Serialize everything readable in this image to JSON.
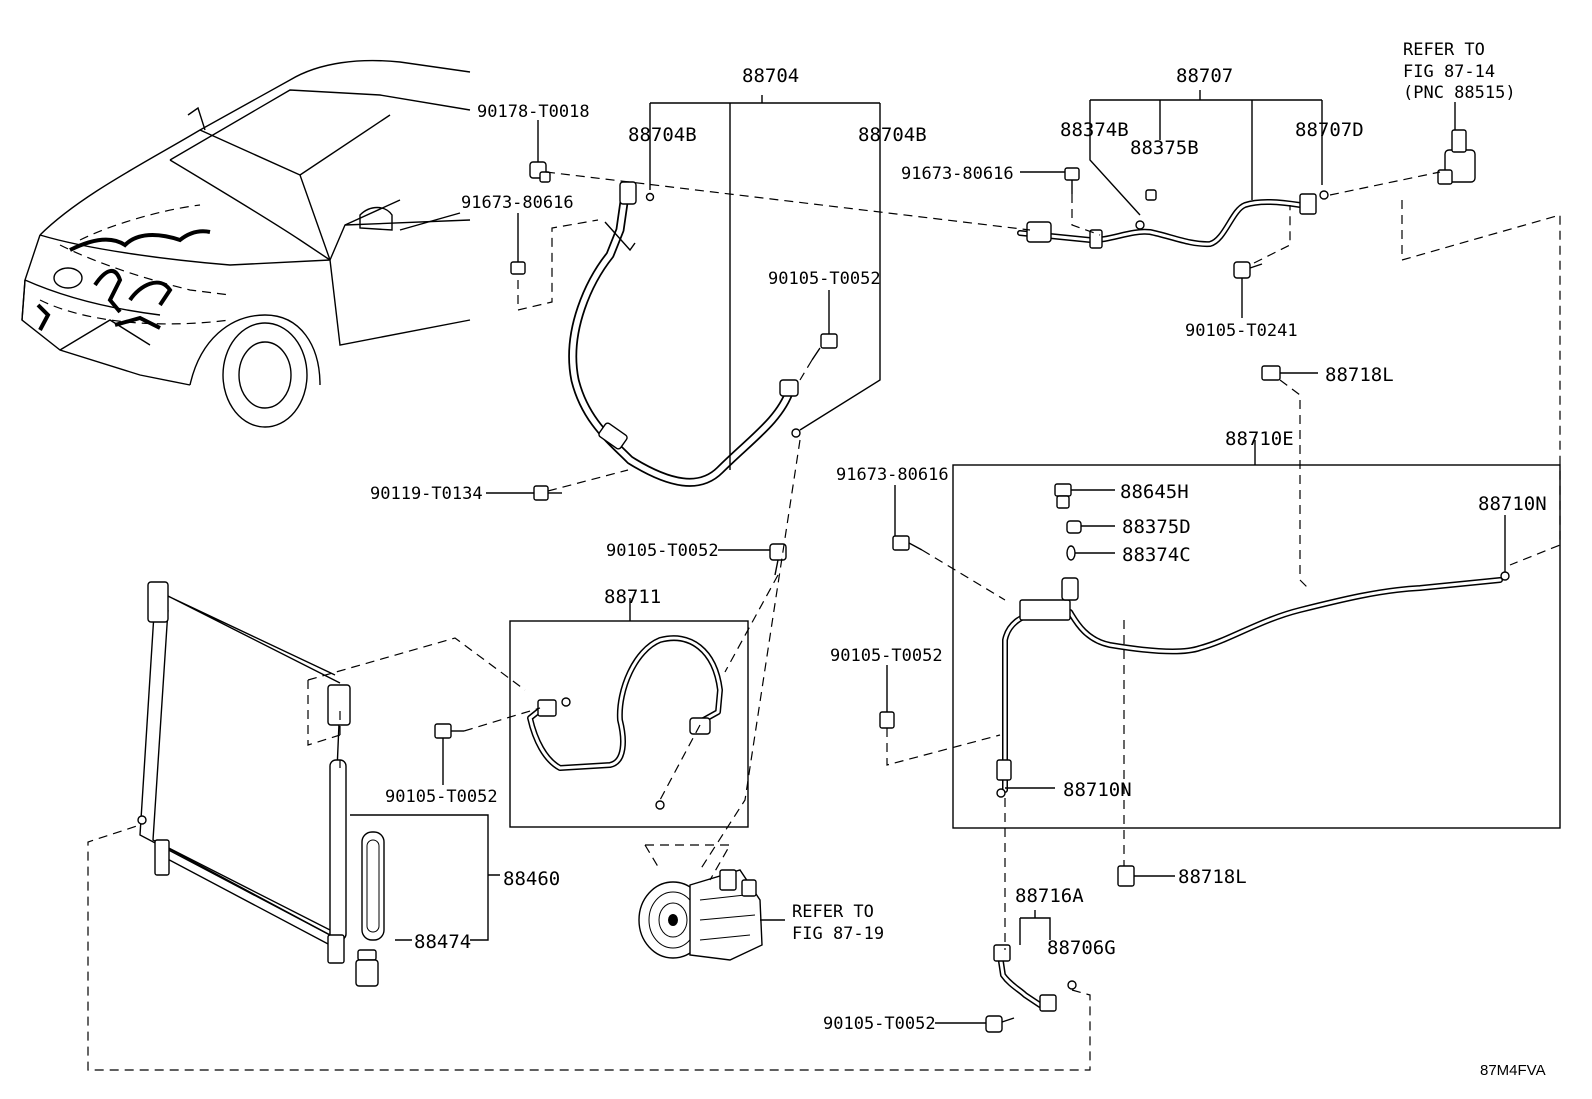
{
  "diagram": {
    "figure_code": "87M4FVA",
    "labels": {
      "p88704": "88704",
      "p88704B_left": "88704B",
      "p88704B_right": "88704B",
      "p90178": "90178-T0018",
      "p91673_top": "91673-80616",
      "p90105_a": "90105-T0052",
      "p90119": "90119-T0134",
      "p88707": "88707",
      "p88374B": "88374B",
      "p88375B": "88375B",
      "p88707D": "88707D",
      "p91673_mid": "91673-80616",
      "p90105_t0241": "90105-T0241",
      "refer_top_1": "REFER TO",
      "refer_top_2": "FIG 87-14",
      "refer_top_3": "(PNC 88515)",
      "p88718L_top": "88718L",
      "p88710E": "88710E",
      "p91673_right": "91673-80616",
      "p88645H": "88645H",
      "p88375D": "88375D",
      "p88374C": "88374C",
      "p88710N_right": "88710N",
      "p90105_b": "90105-T0052",
      "p88710N_bottom": "88710N",
      "p88718L_bottom": "88718L",
      "p88716A": "88716A",
      "p88706G": "88706G",
      "p90105_bottom": "90105-T0052",
      "p90105_c": "90105-T0052",
      "p88711": "88711",
      "p90105_d": "90105-T0052",
      "p88460": "88460",
      "p88474": "88474",
      "refer_bot_1": "REFER TO",
      "refer_bot_2": "FIG 87-19"
    }
  }
}
